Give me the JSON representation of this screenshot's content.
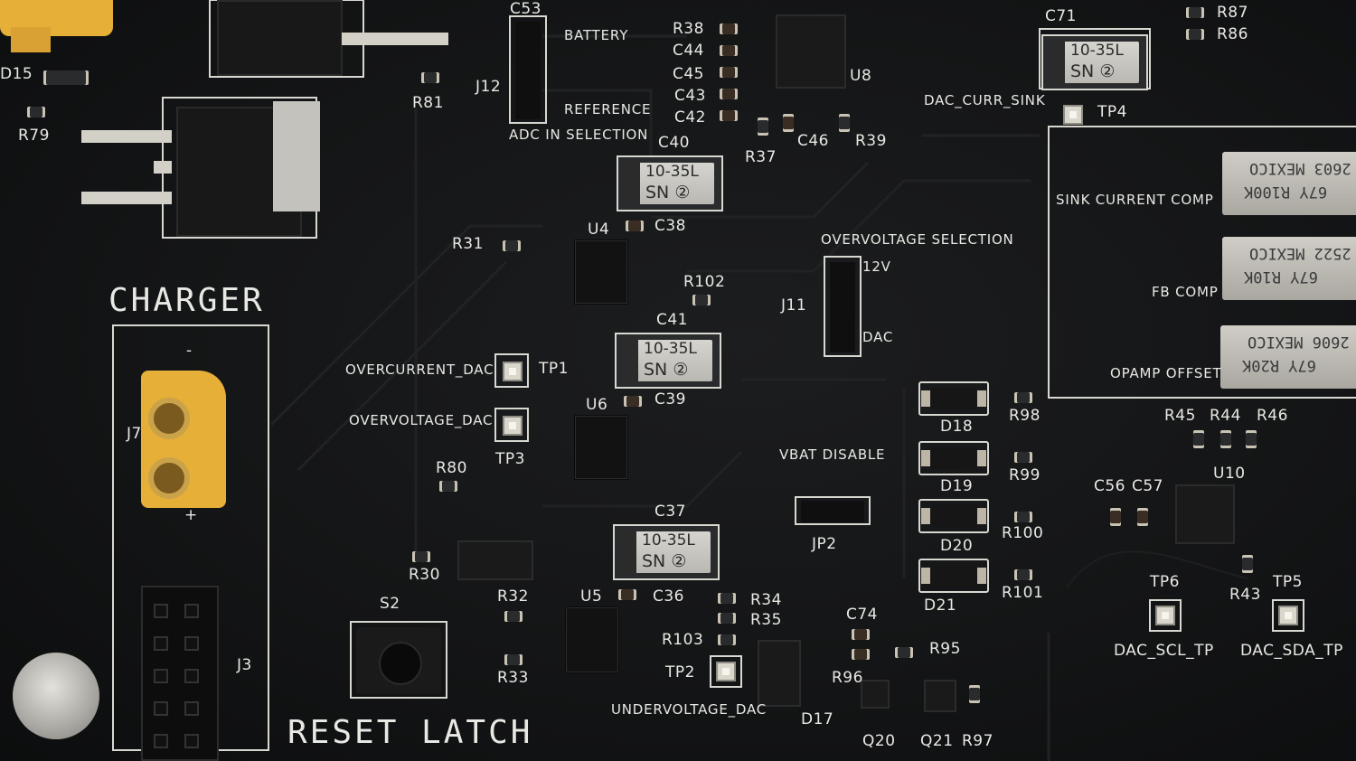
{
  "section_labels": {
    "charger": "CHARGER",
    "reset_latch": "RESET LATCH",
    "battery": "BATTERY",
    "reference": "REFERENCE",
    "adc_in_selection": "ADC IN SELECTION",
    "dac_curr_sink": "DAC_CURR_SINK",
    "overvoltage_selection": "OVERVOLTAGE SELECTION",
    "sel_12v": "12V",
    "sel_dac": "DAC",
    "overcurrent_dac": "OVERCURRENT_DAC",
    "overvoltage_dac": "OVERVOLTAGE_DAC",
    "undervoltage_dac": "UNDERVOLTAGE_DAC",
    "vbat_disable": "VBAT DISABLE",
    "sink_current_comp": "SINK CURRENT COMP",
    "fb_comp": "FB COMP",
    "opamp_offset": "OPAMP OFFSET",
    "dac_scl_tp": "DAC_SCL_TP",
    "dac_sda_tp": "DAC_SDA_TP",
    "plus_sign": "+",
    "minus_sign": "-"
  },
  "tantalum_marking": {
    "line1": "10-35L",
    "line2": "SN ②"
  },
  "pot_marking": [
    {
      "line1": "2603 MEXICO",
      "line2": "67Y R100K"
    },
    {
      "line1": "2522 MEXICO",
      "line2": "67Y R10K"
    },
    {
      "line1": "2606 MEXICO",
      "line2": "67Y R20K"
    }
  ],
  "refdes": {
    "c53": "C53",
    "j12": "J12",
    "r81": "R81",
    "d15": "D15",
    "r79": "R79",
    "r38": "R38",
    "c44": "C44",
    "c45": "C45",
    "c43": "C43",
    "c42": "C42",
    "u8": "U8",
    "r37": "R37",
    "c46": "C46",
    "r39": "R39",
    "c71": "C71",
    "r87": "R87",
    "r86": "R86",
    "tp4": "TP4",
    "c40": "C40",
    "c38": "C38",
    "u4": "U4",
    "r31": "R31",
    "r102": "R102",
    "c41": "C41",
    "j11": "J11",
    "tp1": "TP1",
    "tp3": "TP3",
    "c39": "C39",
    "u6": "U6",
    "r80": "R80",
    "c37": "C37",
    "r30": "R30",
    "r32": "R32",
    "u5": "U5",
    "c36": "C36",
    "r34": "R34",
    "r35": "R35",
    "r103": "R103",
    "tp2": "TP2",
    "r33": "R33",
    "s2": "S2",
    "j3": "J3",
    "j7": "J7",
    "d18": "D18",
    "r98": "R98",
    "d19": "D19",
    "r99": "R99",
    "d20": "D20",
    "r100": "R100",
    "d21": "D21",
    "r101": "R101",
    "jp2": "JP2",
    "c74": "C74",
    "r95": "R95",
    "r96": "R96",
    "d17": "D17",
    "q20": "Q20",
    "q21": "Q21",
    "r97": "R97",
    "r45": "R45",
    "r44": "R44",
    "r46": "R46",
    "u10": "U10",
    "c56": "C56",
    "c57": "C57",
    "r43": "R43",
    "tp6": "TP6",
    "tp5": "TP5"
  },
  "colors": {
    "pcb": "#141516",
    "silkscreen": "#e8e8e4",
    "connector": "#e7b23a",
    "pad": "#bdb6a6"
  }
}
